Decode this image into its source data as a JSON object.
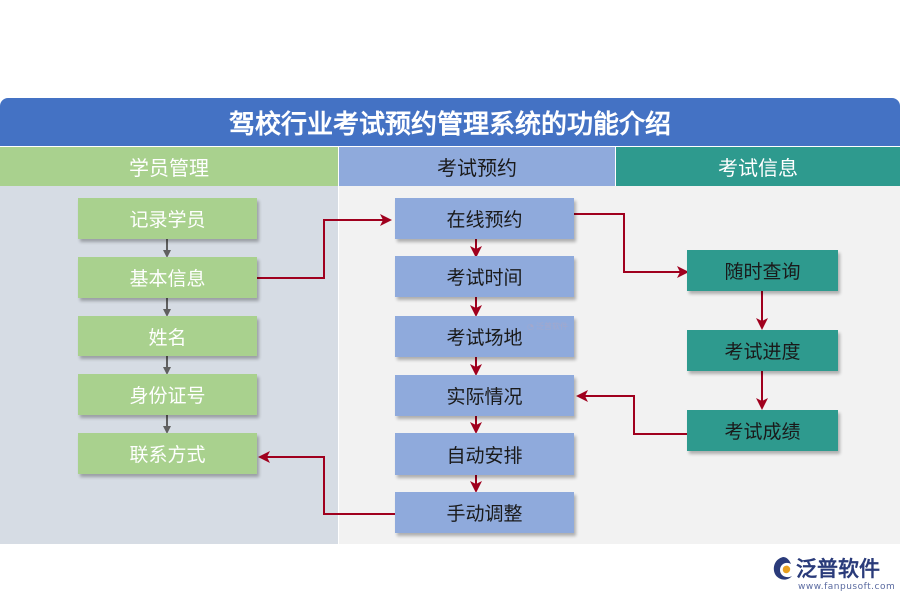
{
  "title": "驾校行业考试预约管理系统的功能介绍",
  "columns": [
    {
      "label": "学员管理",
      "header_color": "#a9d18e",
      "bg_color": "#d6dce4"
    },
    {
      "label": "考试预约",
      "header_color": "#8faadc",
      "bg_color": "#f2f2f2"
    },
    {
      "label": "考试信息",
      "header_color": "#2e9a8e",
      "bg_color": "#f2f2f2"
    }
  ],
  "student_nodes": [
    "记录学员",
    "基本信息",
    "姓名",
    "身份证号",
    "联系方式"
  ],
  "booking_nodes": [
    "在线预约",
    "考试时间",
    "考试场地",
    "实际情况",
    "自动安排",
    "手动调整"
  ],
  "info_nodes": [
    "随时查询",
    "考试进度",
    "考试成绩"
  ],
  "watermark": {
    "text": "泛普软件"
  },
  "logo": {
    "name": "泛普软件",
    "url": "www.fanpusoft.com"
  },
  "colors": {
    "title_bg": "#4472c4",
    "green": "#a9d18e",
    "blue": "#8faadc",
    "teal": "#2e9a8e",
    "arrow_red": "#a0001e",
    "arrow_gray": "#606060"
  }
}
